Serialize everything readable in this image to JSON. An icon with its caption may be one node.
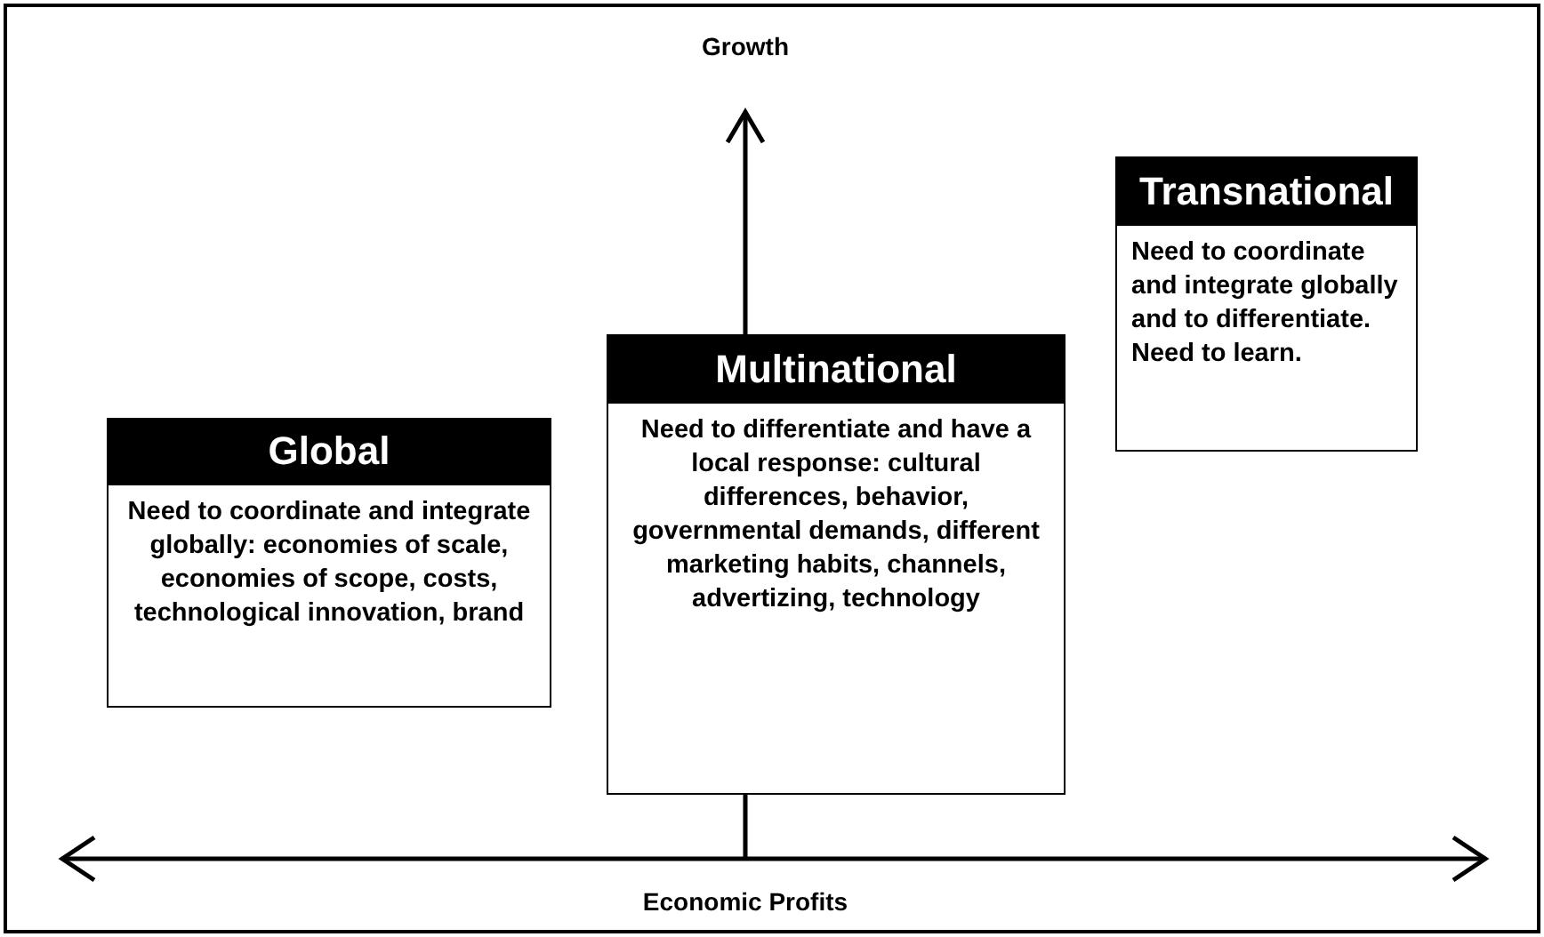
{
  "diagram": {
    "nodes": [
      {
        "text": [
          "Global",
          "Need to coordinate and integrate globally: economies of scale, economies of scope, costs, technological innovation, brand"
        ]
      },
      {
        "text": [
          "Multinational",
          "Need to differentiate and have a local response: cultural differences, behavior, governmental demands, different marketing habits, channels, advertizing, technology"
        ]
      },
      {
        "text": [
          "Transnational",
          "Need to coordinate and integrate globally and to differentiate. Need to learn."
        ]
      }
    ],
    "edges": [],
    "labels": [
      "Growth",
      "Economic Profits"
    ]
  }
}
